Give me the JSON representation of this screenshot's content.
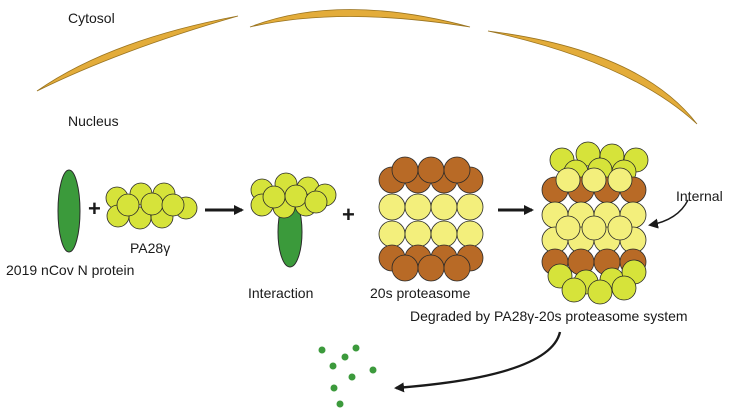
{
  "labels": {
    "cytosol": "Cytosol",
    "nucleus": "Nucleus",
    "n_protein": "2019 nCov N protein",
    "pa28": "PA28γ",
    "interaction": "Interaction",
    "proteasome": "20s proteasome",
    "internal": "Internal",
    "degraded": "Degraded by PA28γ-20s proteasome system"
  },
  "operators": {
    "plus1": "+",
    "plus2": "+"
  },
  "colors": {
    "membrane": "#e3ac3a",
    "membrane_stroke": "#9a7420",
    "n_protein": "#3b9a3b",
    "pa28": "#d6e33a",
    "pa28_light": "#ecf27a",
    "proteasome_brown": "#b86a26",
    "proteasome_light": "#f3ef7c",
    "fragment": "#3c9a3c",
    "arrow": "#1a1a1a",
    "outline": "#2a2a2a"
  }
}
